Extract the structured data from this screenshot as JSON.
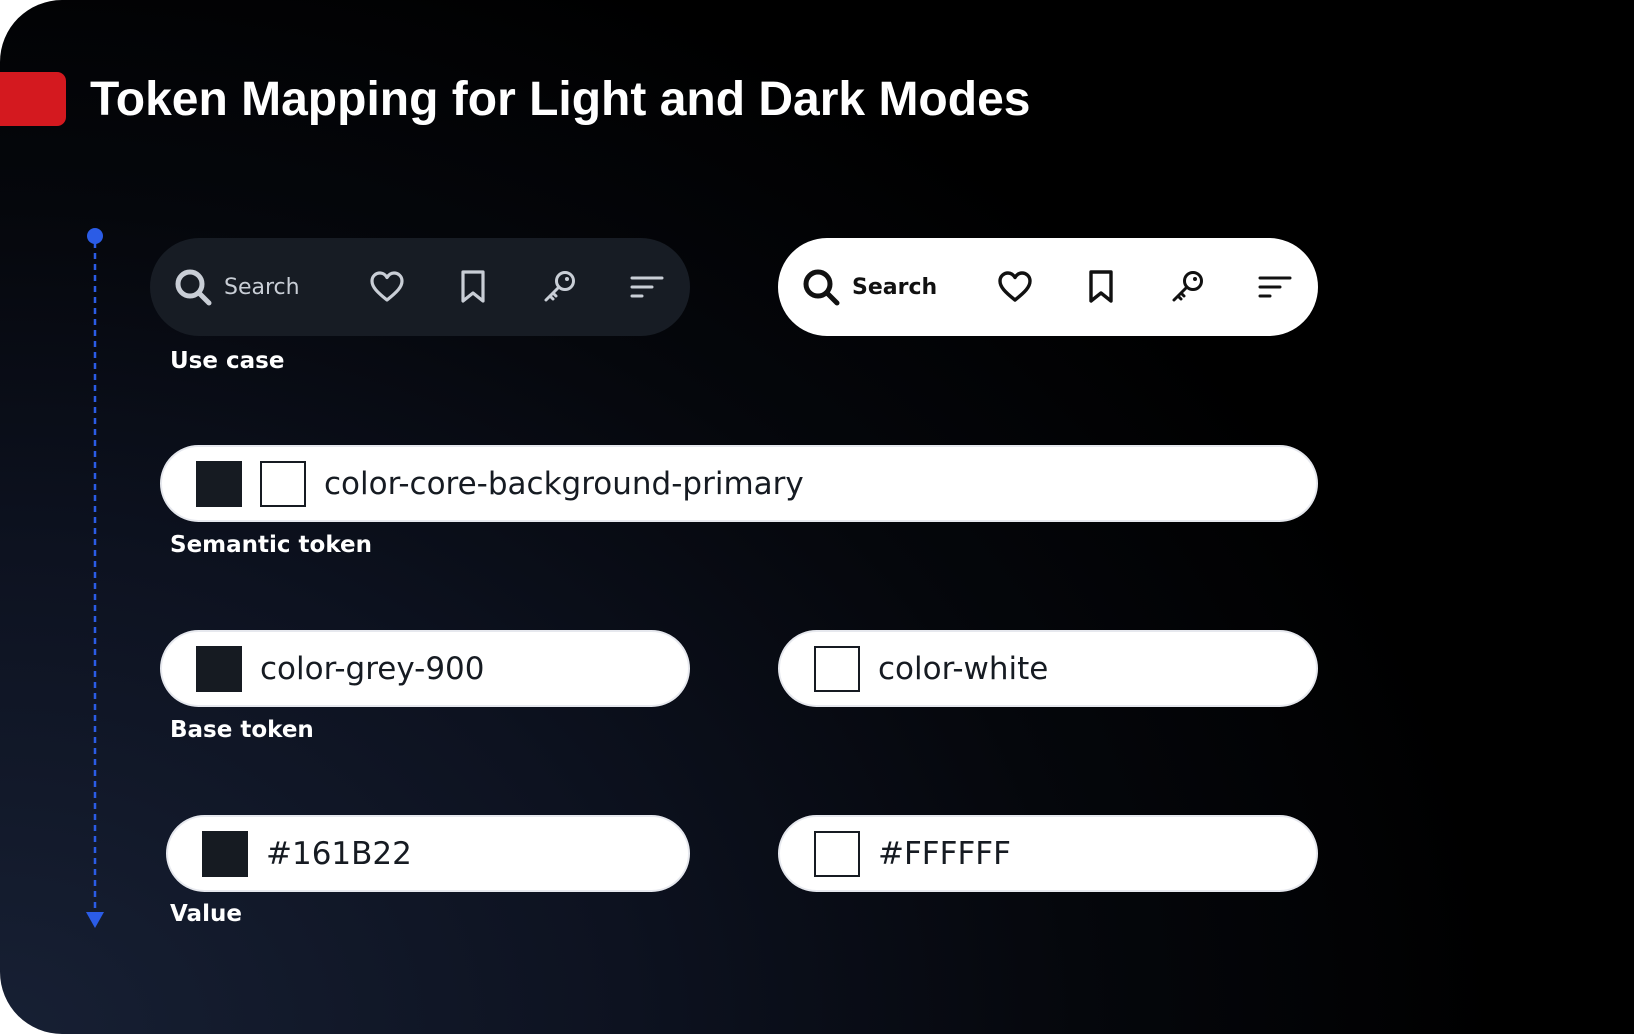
{
  "title": "Token Mapping for Light and Dark Modes",
  "colors": {
    "accent": "#d4191f",
    "axis": "#2b5ce6",
    "dark_surface": "#171c24",
    "light_surface": "#ffffff",
    "grey_900": "#161b22"
  },
  "use_case": {
    "label": "Use case",
    "dark_toolbar": {
      "search_label": "Search",
      "icons": [
        "search-icon",
        "heart-icon",
        "bookmark-icon",
        "key-icon",
        "sort-icon"
      ]
    },
    "light_toolbar": {
      "search_label": "Search",
      "icons": [
        "search-icon",
        "heart-icon",
        "bookmark-icon",
        "key-icon",
        "sort-icon"
      ]
    }
  },
  "semantic": {
    "label": "Semantic token",
    "token": "color-core-background-primary"
  },
  "base": {
    "label": "Base token",
    "dark_token": "color-grey-900",
    "light_token": "color-white"
  },
  "value": {
    "label": "Value",
    "dark_value": "#161B22",
    "light_value": "#FFFFFF"
  }
}
